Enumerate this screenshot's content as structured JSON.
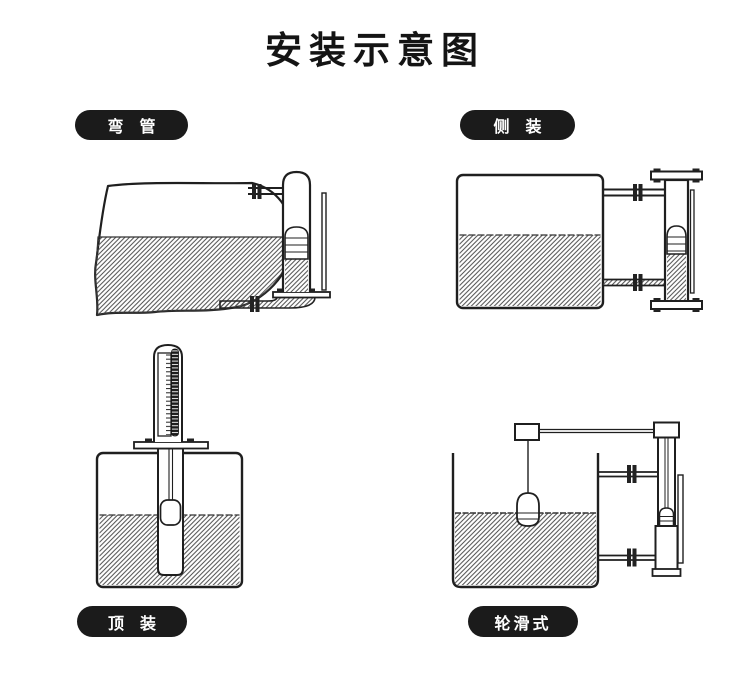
{
  "title": "安装示意图",
  "colors": {
    "background": "#ffffff",
    "line": "#1f1f1f",
    "hatch": "#4a4a4a",
    "label_bg": "#1b1b1b",
    "label_text": "#ffffff"
  },
  "panels": [
    {
      "id": "elbow-pipe",
      "label": "弯　管"
    },
    {
      "id": "side-mount",
      "label": "侧　装"
    },
    {
      "id": "top-mount",
      "label": "顶　装"
    },
    {
      "id": "pulley-type",
      "label": "轮滑式"
    }
  ]
}
